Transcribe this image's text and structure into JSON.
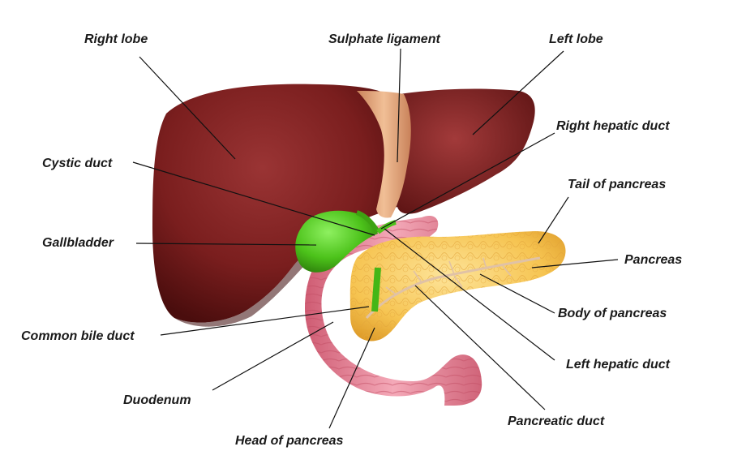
{
  "labels": {
    "right_lobe": "Right lobe",
    "sulphate_ligament": "Sulphate ligament",
    "left_lobe": "Left lobe",
    "right_hepatic_duct": "Right hepatic duct",
    "cystic_duct": "Cystic duct",
    "tail_of_pancreas": "Tail of  pancreas",
    "gallbladder": "Gallbladder",
    "pancreas": "Pancreas",
    "body_of_pancreas": "Body of  pancreas",
    "common_bile_duct": "Common bile duct",
    "left_hepatic_duct": "Left hepatic duct",
    "duodenum": "Duodenum",
    "pancreatic_duct": "Pancreatic duct",
    "head_of_pancreas": "Head of pancreas"
  },
  "colors": {
    "liver": "#7a1e1e",
    "liver_dark": "#4a0d0d",
    "ligament": "#e0a47a",
    "gallbladder": "#4cc21a",
    "pancreas": "#f3b63c",
    "pancreas_light": "#fbd77a",
    "duodenum": "#e27a8e",
    "duodenum_light": "#f4b0bd"
  }
}
